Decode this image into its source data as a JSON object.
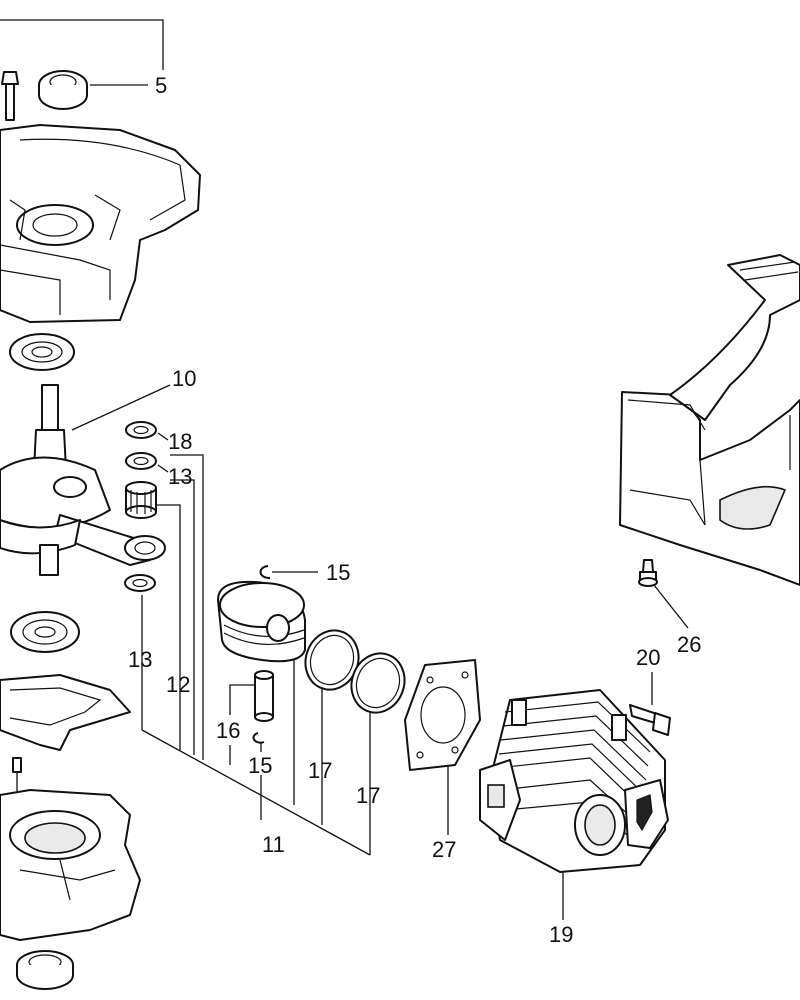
{
  "callouts": {
    "c5": "5",
    "c10": "10",
    "c18": "18",
    "c13a": "13",
    "c15a": "15",
    "c26": "26",
    "c20": "20",
    "c13b": "13",
    "c12": "12",
    "c16": "16",
    "c15b": "15",
    "c17a": "17",
    "c17b": "17",
    "c11": "11",
    "c27": "27",
    "c19": "19"
  },
  "colors": {
    "line": "#111111",
    "background": "#ffffff"
  }
}
